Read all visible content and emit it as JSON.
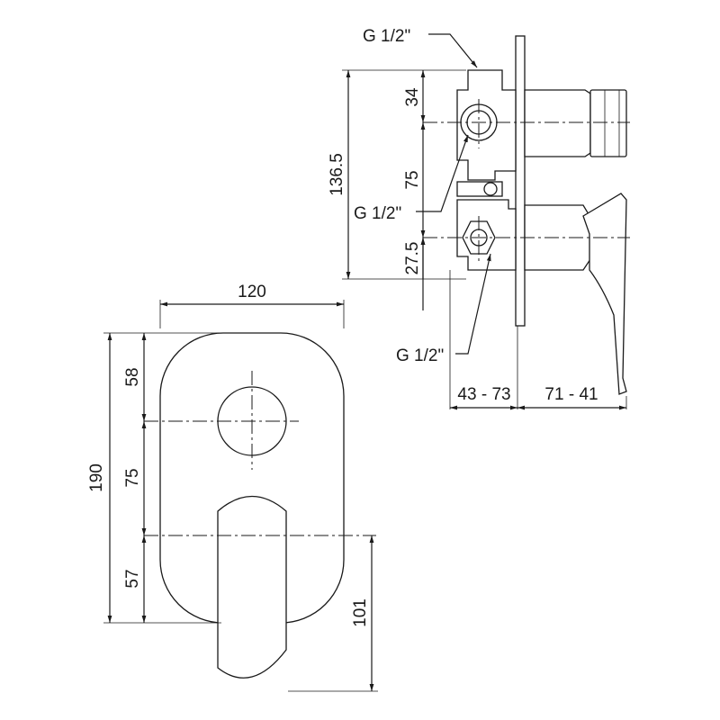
{
  "front_view": {
    "width_label": "120",
    "height_label": "190",
    "top_to_knob_label": "58",
    "knob_to_lever_label": "75",
    "lever_to_bottom_label": "57",
    "lever_reach_label": "101"
  },
  "side_view": {
    "thread_top_label": "G 1/2\"",
    "thread_middle_label": "G 1/2\"",
    "thread_bottom_label": "G 1/2\"",
    "top_offset_label": "34",
    "port_spacing_label": "75",
    "body_height_label": "136.5",
    "bottom_offset_label": "27.5",
    "wall_depth_label": "43 - 73",
    "projection_label": "71 - 41"
  }
}
